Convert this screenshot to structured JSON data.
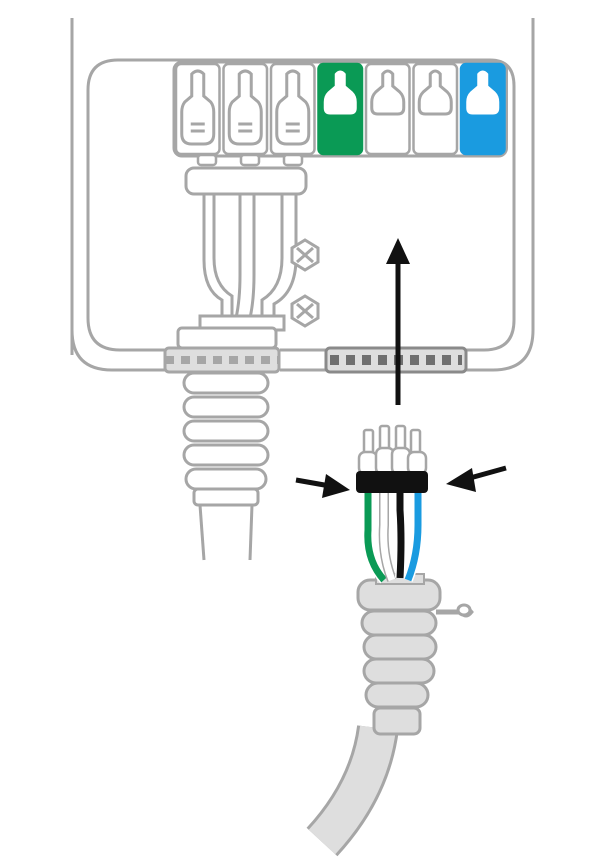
{
  "diagram": {
    "kind": "installation-illustration",
    "terminal_block": {
      "slots": [
        {
          "role": "wired-terminal",
          "fill": "#ffffff"
        },
        {
          "role": "wired-terminal",
          "fill": "#ffffff"
        },
        {
          "role": "wired-terminal",
          "fill": "#ffffff"
        },
        {
          "role": "earth-terminal",
          "fill": "#0a9a55"
        },
        {
          "role": "terminal",
          "fill": "#ffffff"
        },
        {
          "role": "terminal",
          "fill": "#ffffff"
        },
        {
          "role": "neutral-terminal",
          "fill": "#1a9be0"
        }
      ]
    },
    "new_cable_wires": [
      {
        "role": "earth",
        "color": "#0a9a55"
      },
      {
        "role": "live-white",
        "color": "#ffffff"
      },
      {
        "role": "live-black",
        "color": "#111111"
      },
      {
        "role": "neutral",
        "color": "#1a9be0"
      }
    ],
    "arrows": [
      "insert-up-arrow",
      "squeeze-left-arrow",
      "squeeze-right-arrow"
    ],
    "colors": {
      "outline": "#a6a6a6",
      "conduit_fill": "#dedede",
      "sleeve": "#111111",
      "arrow": "#111111"
    }
  }
}
